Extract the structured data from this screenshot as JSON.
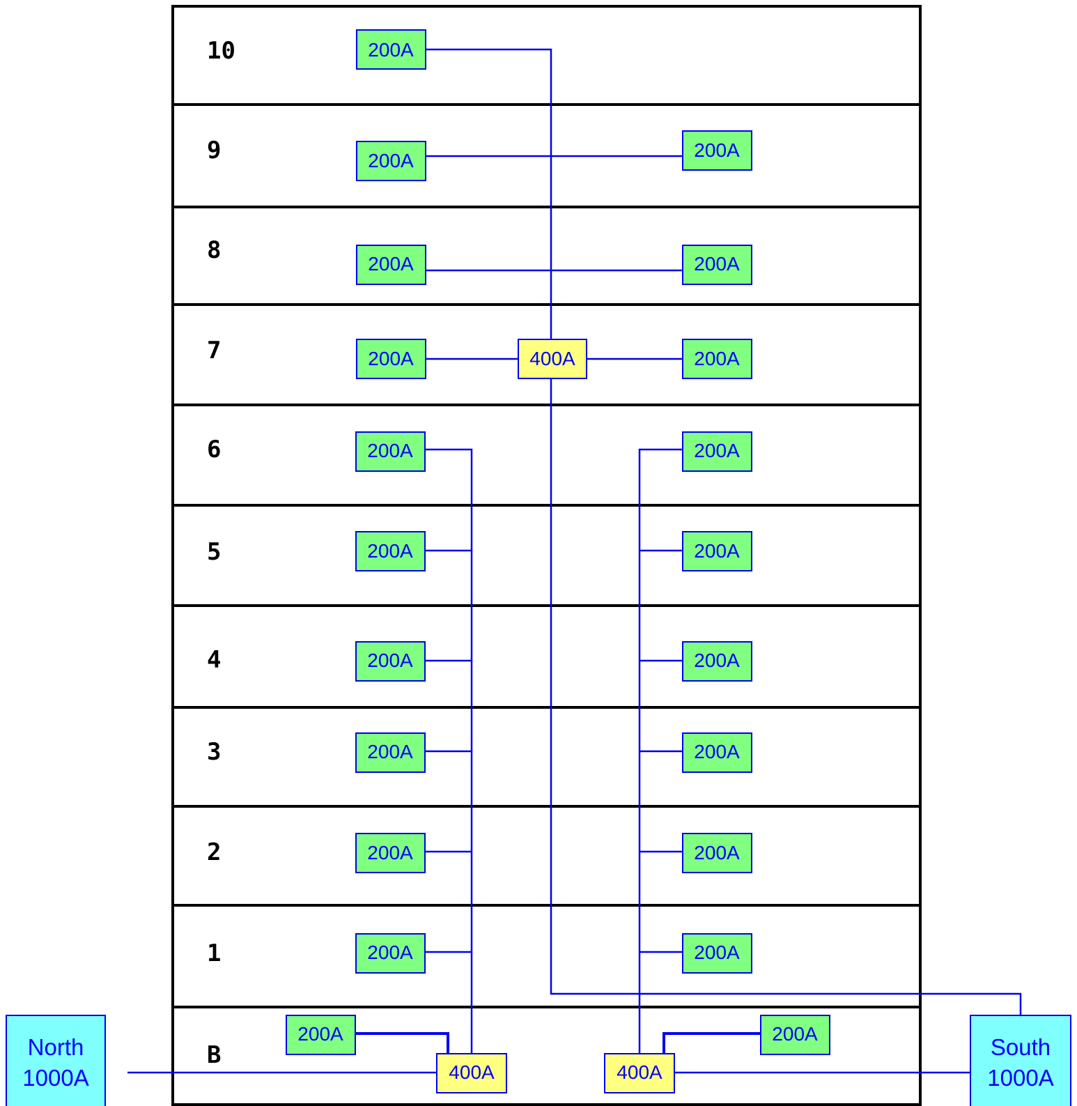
{
  "floors": [
    "10",
    "9",
    "8",
    "7",
    "6",
    "5",
    "4",
    "3",
    "2",
    "1",
    "B"
  ],
  "panels": {
    "p200": "200A",
    "p400": "400A"
  },
  "sources": {
    "north": {
      "name": "North",
      "rating": "1000A"
    },
    "south": {
      "name": "South",
      "rating": "1000A"
    }
  },
  "colors": {
    "panel_200": "#80ff80",
    "panel_400": "#ffff80",
    "source": "#80ffff",
    "wire": "#0000ee",
    "text": "#0000ff"
  }
}
